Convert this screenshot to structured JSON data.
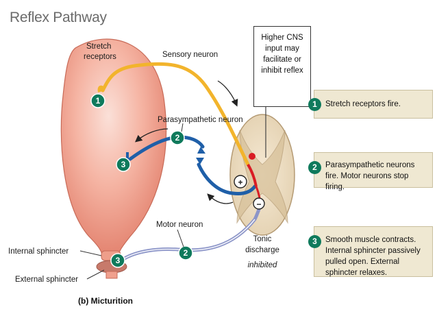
{
  "title": "Reflex Pathway",
  "labels": {
    "stretch_receptors": "Stretch receptors",
    "sensory_neuron": "Sensory neuron",
    "parasympathetic_neuron": "Parasympathetic neuron",
    "motor_neuron": "Motor neuron",
    "internal_sphincter": "Internal sphincter",
    "external_sphincter": "External sphincter",
    "tonic_discharge": "Tonic discharge",
    "inhibited": "inhibited",
    "higher_cns": "Higher CNS input may facilitate or inhibit reflex",
    "plus": "+",
    "minus": "−"
  },
  "caption": "(b)  Micturition",
  "markers": [
    "1",
    "2",
    "3",
    "2",
    "3"
  ],
  "steps": [
    {
      "num": "1",
      "text": "Stretch receptors fire."
    },
    {
      "num": "2",
      "text": "Parasympathetic neurons fire. Motor neurons stop firing."
    },
    {
      "num": "3",
      "text": "Smooth muscle contracts. Internal sphincter passively pulled open. External sphincter relaxes."
    }
  ],
  "colors": {
    "bladder": "#f0a08e",
    "sensory": "#f2b42c",
    "parasympathetic": "#1f5fa8",
    "motor": "#8c95c8",
    "marker": "#0f7a5c",
    "step_box": "#efe8d2",
    "synapse": "#d91c24"
  }
}
